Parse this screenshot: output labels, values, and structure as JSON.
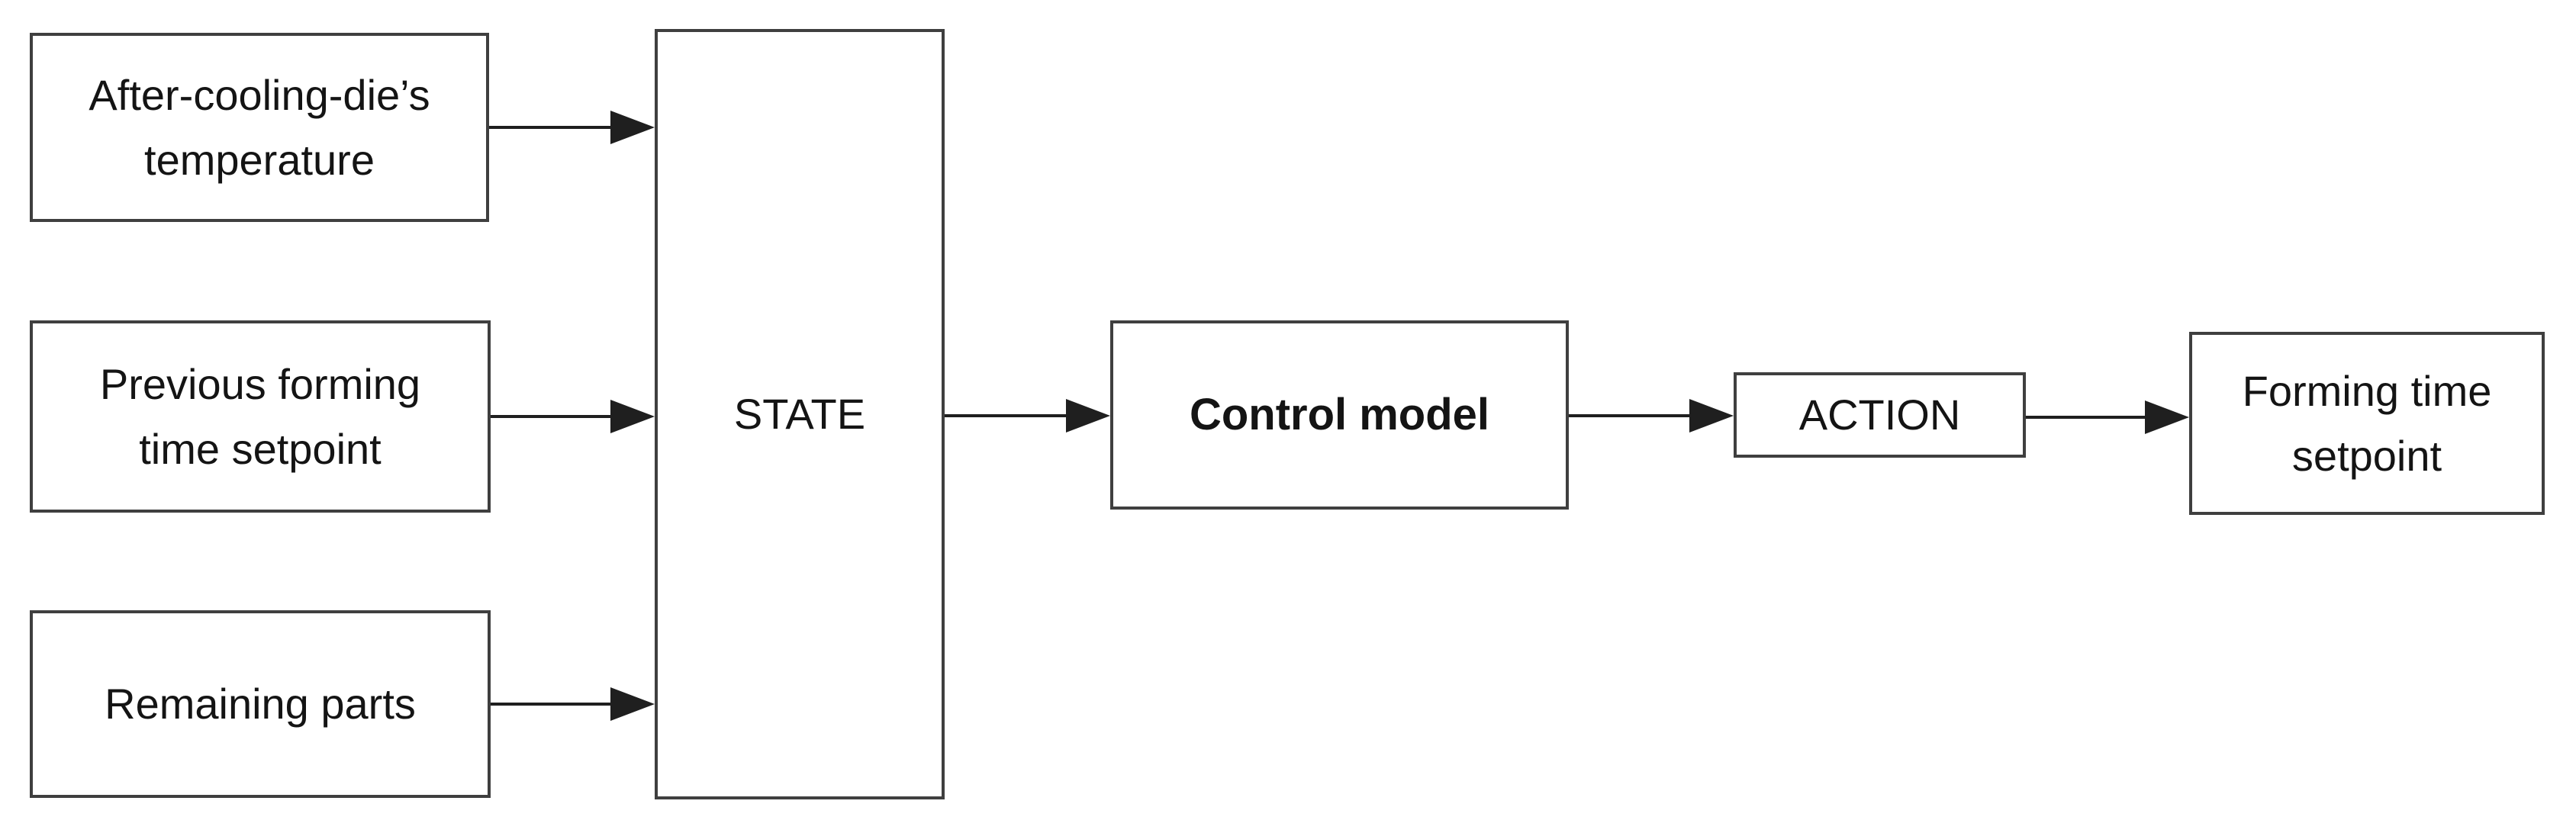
{
  "theme": {
    "background": "#ffffff",
    "box_border": "#3f3f3f",
    "text_color": "#141414",
    "arrow_color": "#1f1f1f"
  },
  "diagram": {
    "type": "flowchart",
    "nodes": {
      "after_cooling_die_temperature": {
        "label": "After-cooling-die’s\ntemperature"
      },
      "previous_forming_time_setpoint": {
        "label": "Previous forming\ntime setpoint"
      },
      "remaining_parts": {
        "label": "Remaining parts"
      },
      "state": {
        "label": "STATE"
      },
      "control_model": {
        "label": "Control model"
      },
      "action": {
        "label": "ACTION"
      },
      "forming_time_setpoint": {
        "label": "Forming time\nsetpoint"
      }
    },
    "edges": [
      {
        "from": "after_cooling_die_temperature",
        "to": "state"
      },
      {
        "from": "previous_forming_time_setpoint",
        "to": "state"
      },
      {
        "from": "remaining_parts",
        "to": "state"
      },
      {
        "from": "state",
        "to": "control_model"
      },
      {
        "from": "control_model",
        "to": "action"
      },
      {
        "from": "action",
        "to": "forming_time_setpoint"
      }
    ]
  }
}
